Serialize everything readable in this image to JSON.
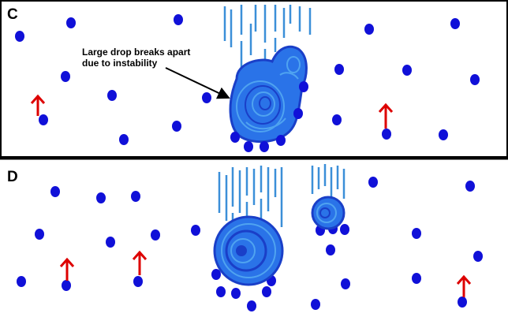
{
  "panels": [
    {
      "label": "C"
    },
    {
      "label": "D"
    }
  ],
  "annotation": {
    "line1": "Large drop breaks apart",
    "line2": "due to instability"
  },
  "colors": {
    "droplet": "#1010d8",
    "big_drop": "#2a73e8",
    "big_drop_dark": "#1a3fc8",
    "swirl": "#4fa3f0",
    "rain_streak": "#3b8fd8",
    "updraft_arrow": "#dd0000",
    "divider": "#000000"
  },
  "icons": {
    "updraft": "red-up-arrow-icon",
    "droplet": "blue-droplet-icon"
  }
}
